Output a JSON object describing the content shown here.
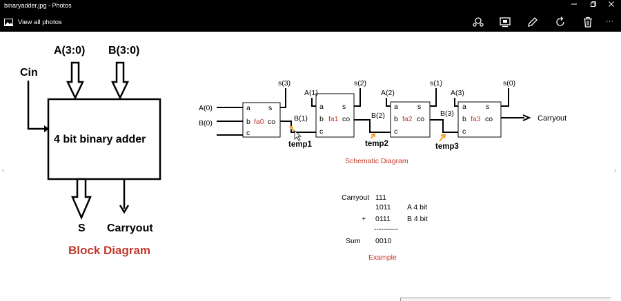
{
  "window": {
    "title": "binaryadder.jpg - Photos",
    "controls": [
      "minimize",
      "maximize",
      "close"
    ]
  },
  "toolbar": {
    "view_all_label": "View all photos",
    "icons": [
      "share-icon",
      "slideshow-icon",
      "edit-icon",
      "rotate-icon",
      "delete-icon",
      "more-icon"
    ],
    "more_label": "···"
  },
  "block_diagram": {
    "input_a": "A(3:0)",
    "input_b": "B(3:0)",
    "cin": "Cin",
    "box_label": "4 bit binary adder",
    "output_s": "S",
    "output_carry": "Carryout",
    "caption": "Block Diagram",
    "caption_color": "#c0392b"
  },
  "schematic": {
    "caption": "Schematic Diagram",
    "caption_color": "#c0392b",
    "port_a": "a",
    "port_b": "b",
    "port_c": "c",
    "port_s": "s",
    "port_co": "co",
    "adders": [
      {
        "name": "fa0",
        "a_in": "A(0)",
        "b_in": "B(0)",
        "sum": "s(3)"
      },
      {
        "name": "fa1",
        "a_in": "A(1)",
        "b_in": "B(1)",
        "sum": "s(2)"
      },
      {
        "name": "fa2",
        "a_in": "A(2)",
        "b_in": "B(2)",
        "sum": "s(1)"
      },
      {
        "name": "fa3",
        "a_in": "A(3)",
        "b_in": "B(3)",
        "sum": "s(0)"
      }
    ],
    "temps": [
      "temp1",
      "temp2",
      "temp3"
    ],
    "carryout": "Carryout"
  },
  "example": {
    "carry_label": "Carryout",
    "carry_value": "111",
    "a_value": "1011",
    "a_note": "A 4 bit",
    "plus": "+",
    "b_value": "0111",
    "b_note": "B 4 bit",
    "rule": "----------",
    "sum_label": "Sum",
    "sum_value": "0010",
    "caption": "Example",
    "caption_color": "#c0392b"
  }
}
